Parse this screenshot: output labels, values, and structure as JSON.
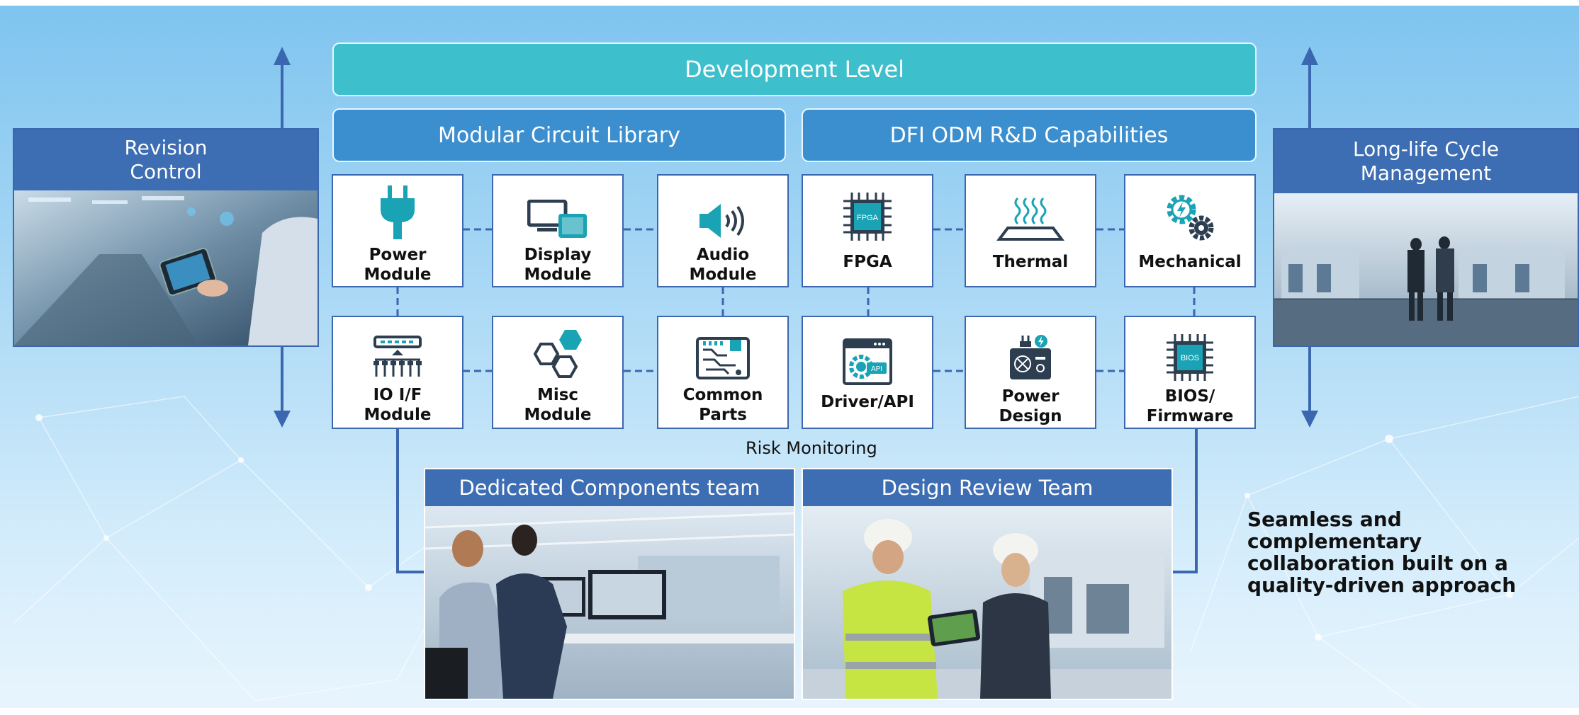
{
  "header": {
    "title": "Development Level"
  },
  "sections": {
    "left_title": "Modular Circuit Library",
    "right_title": "DFI ODM R&D Capabilities"
  },
  "modules": [
    {
      "label": "Power\nModule",
      "icon": "power-plug-icon"
    },
    {
      "label": "Display\nModule",
      "icon": "display-devices-icon"
    },
    {
      "label": "Audio\nModule",
      "icon": "speaker-icon"
    },
    {
      "label": "FPGA",
      "icon": "fpga-chip-icon"
    },
    {
      "label": "Thermal",
      "icon": "thermal-heat-icon"
    },
    {
      "label": "Mechanical",
      "icon": "gears-icon"
    },
    {
      "label": "IO I/F\nModule",
      "icon": "io-interface-icon"
    },
    {
      "label": "Misc\nModule",
      "icon": "hexagons-icon"
    },
    {
      "label": "Common\nParts",
      "icon": "circuit-board-icon"
    },
    {
      "label": "Driver/API",
      "icon": "api-window-icon"
    },
    {
      "label": "Power\nDesign",
      "icon": "power-supply-icon"
    },
    {
      "label": "BIOS/\nFirmware",
      "icon": "bios-chip-icon"
    }
  ],
  "icon_text": {
    "fpga": "FPGA",
    "api": "API",
    "bios": "BIOS"
  },
  "left_panel": {
    "title": "Revision\nControl"
  },
  "right_panel": {
    "title": "Long-life Cycle\nManagement"
  },
  "risk_label": "Risk Monitoring",
  "teams": [
    {
      "title": "Dedicated Components team"
    },
    {
      "title": "Design Review Team"
    }
  ],
  "tagline": "Seamless and complementary collaboration built on a quality-driven approach",
  "colors": {
    "dev_header": "#3dbfcc",
    "section_header": "#3c8fcf",
    "panel_header": "#3d6db2",
    "icon_teal": "#1aa3b4",
    "icon_dark": "#2d3e50",
    "line_blue": "#3b67b0"
  }
}
